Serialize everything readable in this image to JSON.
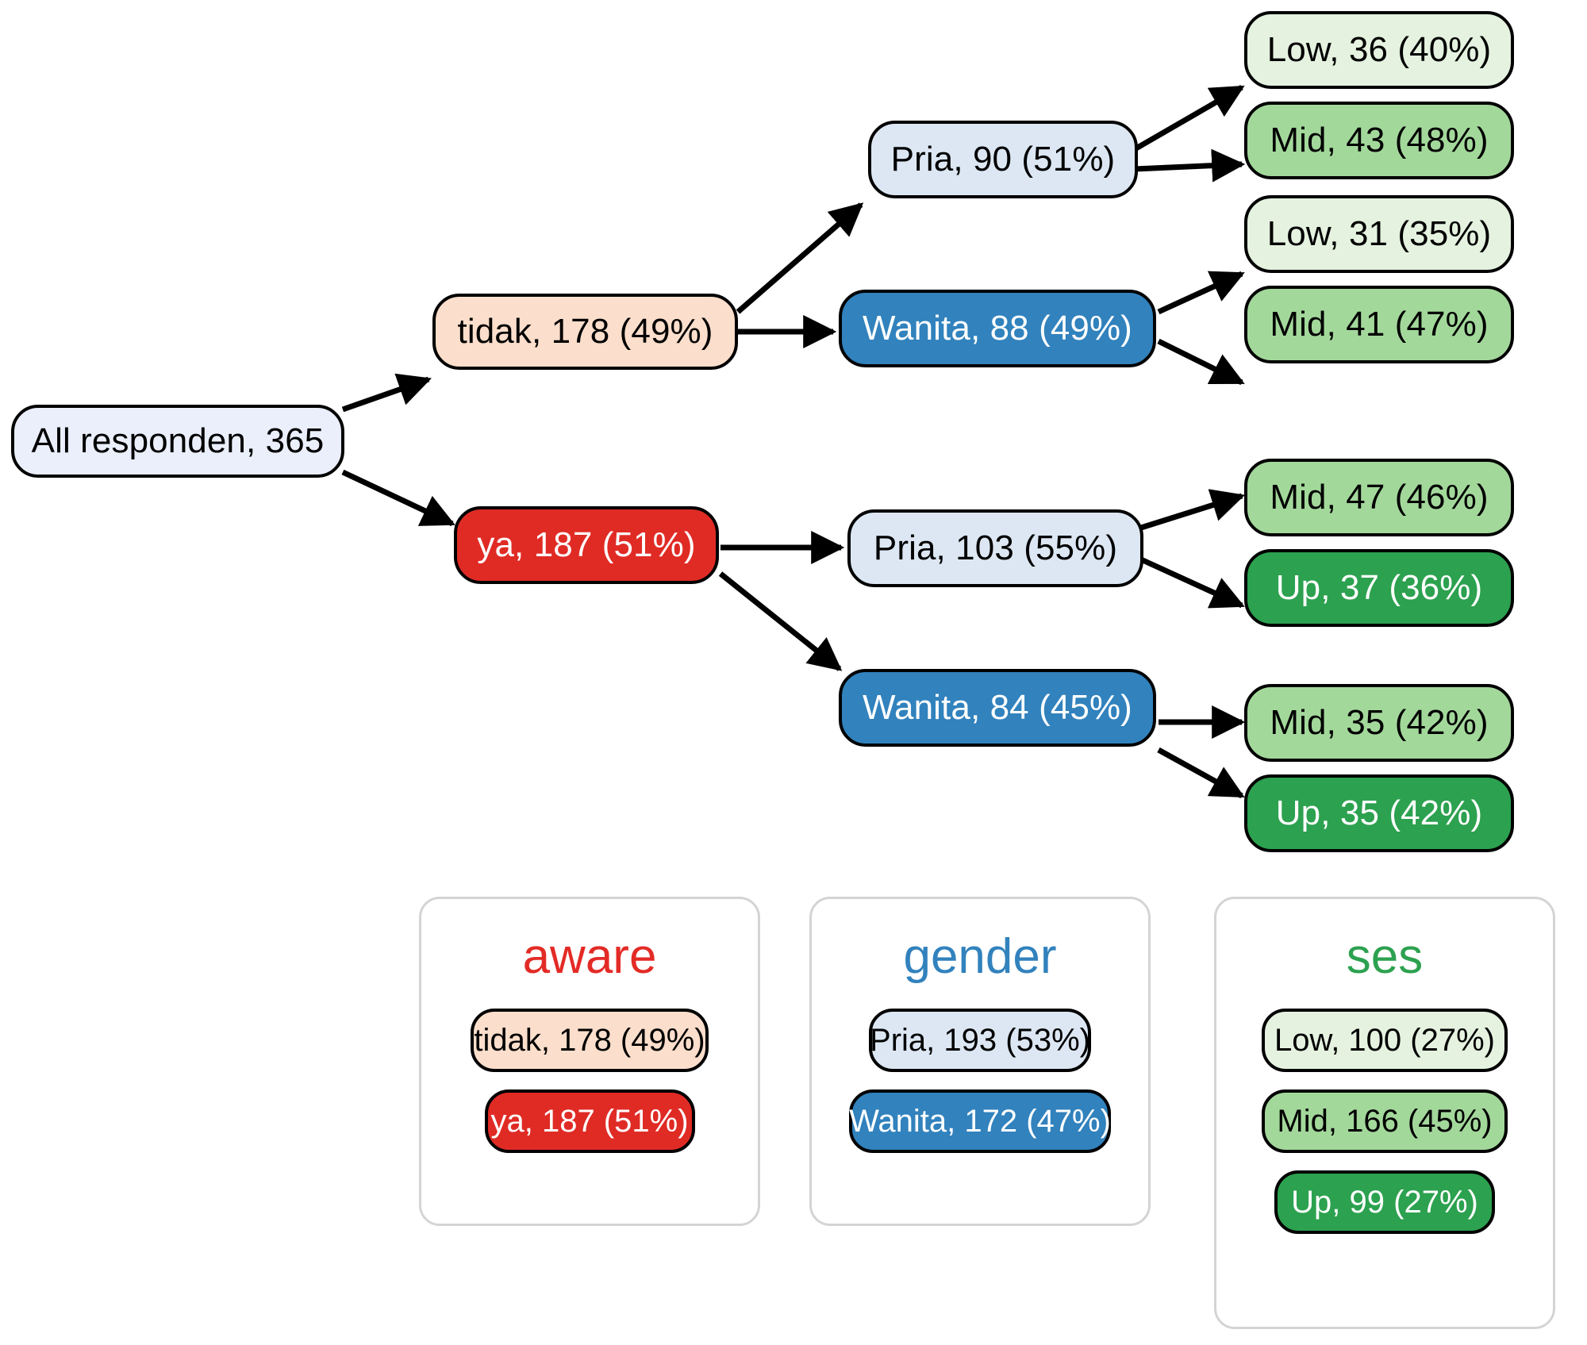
{
  "diagram": {
    "type": "decision-tree",
    "root": {
      "id": "root",
      "label": "All responden, 365",
      "count": 365,
      "variable": "all"
    },
    "nodes": [
      {
        "id": "root",
        "label": "All responden, 365",
        "variable": "all",
        "category": "All responden",
        "count": 365,
        "percent": null,
        "fill": "#eaeffb",
        "text_color": "#000000",
        "depth": 0
      },
      {
        "id": "tidak",
        "label": "tidak, 178 (49%)",
        "variable": "aware",
        "category": "tidak",
        "count": 178,
        "percent": 49,
        "fill": "#fbdecb",
        "text_color": "#000000",
        "depth": 1
      },
      {
        "id": "ya",
        "label": "ya, 187 (51%)",
        "variable": "aware",
        "category": "ya",
        "count": 187,
        "percent": 51,
        "fill": "#e02b25",
        "text_color": "#ffffff",
        "depth": 1
      },
      {
        "id": "tidak-pria",
        "label": "Pria, 90 (51%)",
        "variable": "gender",
        "category": "Pria",
        "count": 90,
        "percent": 51,
        "fill": "#dce7f3",
        "text_color": "#000000",
        "depth": 2
      },
      {
        "id": "tidak-wanita",
        "label": "Wanita, 88 (49%)",
        "variable": "gender",
        "category": "Wanita",
        "count": 88,
        "percent": 49,
        "fill": "#3182bd",
        "text_color": "#ffffff",
        "depth": 2
      },
      {
        "id": "ya-pria",
        "label": "Pria, 103 (55%)",
        "variable": "gender",
        "category": "Pria",
        "count": 103,
        "percent": 55,
        "fill": "#dce7f3",
        "text_color": "#000000",
        "depth": 2
      },
      {
        "id": "ya-wanita",
        "label": "Wanita, 84 (45%)",
        "variable": "gender",
        "category": "Wanita",
        "count": 84,
        "percent": 45,
        "fill": "#3182bd",
        "text_color": "#ffffff",
        "depth": 2
      },
      {
        "id": "tp-low",
        "label": "Low, 36 (40%)",
        "variable": "ses",
        "category": "Low",
        "count": 36,
        "percent": 40,
        "fill": "#e4f2df",
        "text_color": "#000000",
        "depth": 3
      },
      {
        "id": "tp-mid",
        "label": "Mid, 43 (48%)",
        "variable": "ses",
        "category": "Mid",
        "count": 43,
        "percent": 48,
        "fill": "#a3d89b",
        "text_color": "#000000",
        "depth": 3
      },
      {
        "id": "tw-low",
        "label": "Low, 31 (35%)",
        "variable": "ses",
        "category": "Low",
        "count": 31,
        "percent": 35,
        "fill": "#e4f2df",
        "text_color": "#000000",
        "depth": 3
      },
      {
        "id": "tw-mid",
        "label": "Mid, 41 (47%)",
        "variable": "ses",
        "category": "Mid",
        "count": 41,
        "percent": 47,
        "fill": "#a3d89b",
        "text_color": "#000000",
        "depth": 3
      },
      {
        "id": "yp-mid",
        "label": "Mid, 47 (46%)",
        "variable": "ses",
        "category": "Mid",
        "count": 47,
        "percent": 46,
        "fill": "#a3d89b",
        "text_color": "#000000",
        "depth": 3
      },
      {
        "id": "yp-up",
        "label": "Up, 37 (36%)",
        "variable": "ses",
        "category": "Up",
        "count": 37,
        "percent": 36,
        "fill": "#2ca14f",
        "text_color": "#ffffff",
        "depth": 3
      },
      {
        "id": "yw-mid",
        "label": "Mid, 35 (42%)",
        "variable": "ses",
        "category": "Mid",
        "count": 35,
        "percent": 42,
        "fill": "#a3d89b",
        "text_color": "#000000",
        "depth": 3
      },
      {
        "id": "yw-up",
        "label": "Up, 35 (42%)",
        "variable": "ses",
        "category": "Up",
        "count": 35,
        "percent": 42,
        "fill": "#2ca14f",
        "text_color": "#ffffff",
        "depth": 3
      }
    ],
    "edges": [
      {
        "from": "root",
        "to": "tidak"
      },
      {
        "from": "root",
        "to": "ya"
      },
      {
        "from": "tidak",
        "to": "tidak-pria"
      },
      {
        "from": "tidak",
        "to": "tidak-wanita"
      },
      {
        "from": "ya",
        "to": "ya-pria"
      },
      {
        "from": "ya",
        "to": "ya-wanita"
      },
      {
        "from": "tidak-pria",
        "to": "tp-low"
      },
      {
        "from": "tidak-pria",
        "to": "tp-mid"
      },
      {
        "from": "tidak-wanita",
        "to": "tw-low"
      },
      {
        "from": "tidak-wanita",
        "to": "tw-mid"
      },
      {
        "from": "ya-pria",
        "to": "yp-mid"
      },
      {
        "from": "ya-pria",
        "to": "yp-up"
      },
      {
        "from": "ya-wanita",
        "to": "yw-mid"
      },
      {
        "from": "ya-wanita",
        "to": "yw-up"
      }
    ]
  },
  "legend": {
    "panels": [
      {
        "id": "aware",
        "title": "aware",
        "title_color": "#e32b26",
        "items": [
          {
            "label": "tidak, 178 (49%)",
            "count": 178,
            "percent": 49,
            "fill": "#fbdecb",
            "text_color": "#000000"
          },
          {
            "label": "ya, 187 (51%)",
            "count": 187,
            "percent": 51,
            "fill": "#e02b25",
            "text_color": "#ffffff"
          }
        ]
      },
      {
        "id": "gender",
        "title": "gender",
        "title_color": "#3182bd",
        "items": [
          {
            "label": "Pria, 193 (53%)",
            "count": 193,
            "percent": 53,
            "fill": "#dce7f3",
            "text_color": "#000000"
          },
          {
            "label": "Wanita, 172 (47%)",
            "count": 172,
            "percent": 47,
            "fill": "#3182bd",
            "text_color": "#ffffff"
          }
        ]
      },
      {
        "id": "ses",
        "title": "ses",
        "title_color": "#2ca14f",
        "items": [
          {
            "label": "Low, 100 (27%)",
            "count": 100,
            "percent": 27,
            "fill": "#e4f2df",
            "text_color": "#000000"
          },
          {
            "label": "Mid, 166 (45%)",
            "count": 166,
            "percent": 45,
            "fill": "#a3d89b",
            "text_color": "#000000"
          },
          {
            "label": "Up, 99 (27%)",
            "count": 99,
            "percent": 27,
            "fill": "#2ca14f",
            "text_color": "#ffffff"
          }
        ]
      }
    ]
  },
  "colors": {
    "edge": "#000000",
    "node_border": "#000000",
    "panel_border": "#d4d4d4",
    "background": "#ffffff"
  }
}
